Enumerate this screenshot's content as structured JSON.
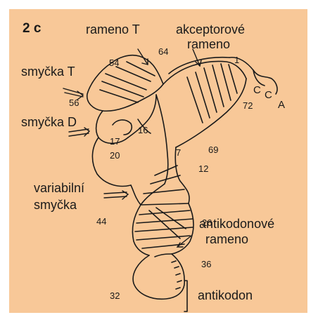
{
  "figure": {
    "panel_label": "2 c",
    "colors": {
      "panel": "#f8c898",
      "ink": "#1a1a1a"
    },
    "labels": {
      "t_arm": "rameno T",
      "acceptor_arm_1": "akceptorové",
      "acceptor_arm_2": "rameno",
      "t_loop": "smyčka T",
      "d_loop": "smyčka D",
      "variable_loop_1": "variabilní",
      "variable_loop_2": "smyčka",
      "anticodon_arm_1": "antikodonové",
      "anticodon_arm_2": "rameno",
      "anticodon": "antikodon"
    },
    "nucleotides": {
      "c1": "C",
      "c2": "C",
      "a": "A"
    },
    "positions": {
      "n1": "1",
      "n7": "7",
      "n12": "12",
      "n16": "16",
      "n17": "17",
      "n20": "20",
      "n26": "26",
      "n32": "32",
      "n36": "36",
      "n44": "44",
      "n54": "54",
      "n56": "56",
      "n64": "64",
      "n69": "69",
      "n72": "72"
    }
  }
}
